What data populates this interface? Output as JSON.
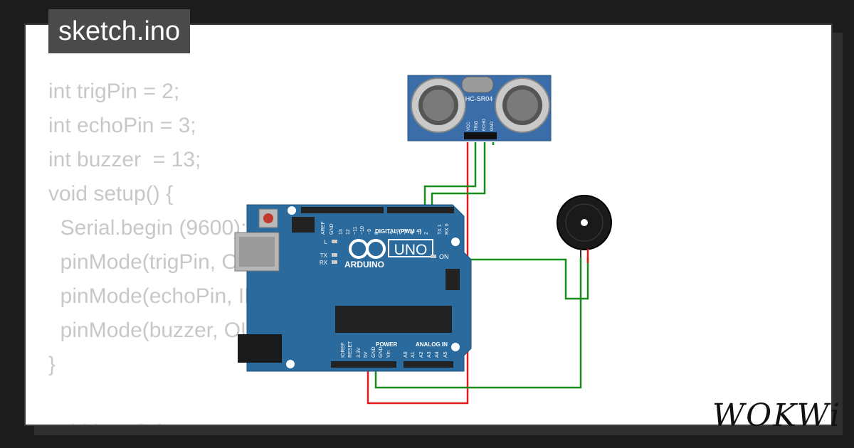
{
  "file": {
    "name": "sketch.ino"
  },
  "code_lines": [
    "int trigPin = 2;",
    "int echoPin = 3;",
    "int buzzer  = 13;",
    "void setup() {",
    "  Serial.begin (9600);",
    "  pinMode(trigPin, OUTPUT);",
    "  pinMode(echoPin, INPUT);",
    "  pinMode(buzzer, OUTPUT);",
    "}",
    "",
    "void loop() {"
  ],
  "sensor": {
    "model": "HC-SR04",
    "pins": [
      "VCC",
      "TRIG",
      "ECHO",
      "GND"
    ]
  },
  "arduino": {
    "brand": "ARDUINO",
    "model": "UNO",
    "digital_label": "DIGITAL (PWM ~)",
    "power_label": "POWER",
    "analog_label": "ANALOG IN",
    "on_label": "ON",
    "led_labels": [
      "L",
      "TX",
      "RX"
    ],
    "top_pin_labels": [
      "AREF",
      "GND",
      "13",
      "12",
      "~11",
      "~10",
      "~9",
      "8",
      "7",
      "~6",
      "~5",
      "4",
      "~3",
      "2",
      "TX 1",
      "RX 0"
    ],
    "bottom_pin_labels": [
      "IOREF",
      "RESET",
      "3.3V",
      "5V",
      "GND",
      "GND",
      "Vin",
      "A0",
      "A1",
      "A2",
      "A3",
      "A4",
      "A5"
    ]
  },
  "branding": {
    "logo": "WOKWi"
  },
  "colors": {
    "board": "#2a6a9c",
    "sensor": "#3b6ea8",
    "wire_green": "#1a8c1a",
    "wire_red": "#e01b1b",
    "buzzer": "#1a1a1a"
  }
}
